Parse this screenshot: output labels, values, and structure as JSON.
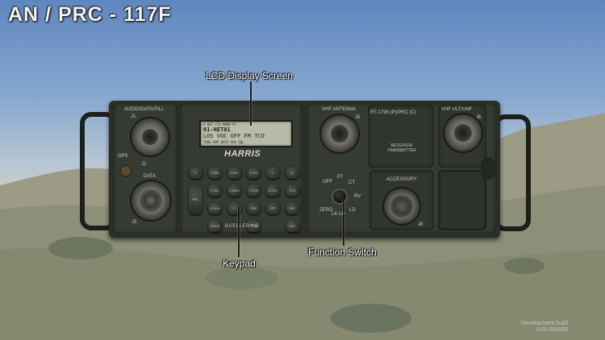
{
  "title": "AN / PRC - 117F",
  "callouts": {
    "lcd": "LCD Display Screen",
    "keypad": "Keypad",
    "function_switch": "Function Switch"
  },
  "radio": {
    "brand": "HARRIS",
    "model": "BUELLER™D",
    "panel_labels": {
      "audio_data_fill": "AUDIO/DATA/FILL",
      "j1": "J1",
      "gps": "GPS",
      "j2": "J2",
      "data": "DATA",
      "j3": "J3",
      "vhf_antenna": "VHF ANTENNA",
      "j5": "J5",
      "rt_model": "RT-1796   (P)/PRC   (C)",
      "receiver_transmitter": "RECEIVER/ TRANSMITTER",
      "vhf_uhf": "VHF ULT/UHF",
      "j6": "J6",
      "accessory": "ACCESSORY",
      "j8": "J8"
    },
    "lcd": {
      "row1": "A BAT CT2 NORM     PT",
      "row2": "01-NET01",
      "row3": "LOS  VOC  OFF FM   TCO",
      "row4": "TAKE  HOP  DATA  VOX    SQL"
    },
    "function_switch_labels": {
      "off": "OFF",
      "pt": "PT",
      "ct": "CT",
      "rv": "RV",
      "ld": "LD",
      "zero": "ZERO",
      "lkld": "LK-LD"
    },
    "keys": [
      "1",
      "2 ABC",
      "3 DEF",
      "4 GHI",
      "◐",
      "●",
      "5 JKL",
      "6 MNO",
      "7 PQR",
      "8 STU",
      "CLR",
      "9 VWX",
      "0",
      "PRE",
      "OPT",
      "ENT",
      "PRE-",
      "MODE",
      "PGM",
      "ENT"
    ]
  },
  "watermark": [
    "Development build",
    "0.00.000000"
  ]
}
